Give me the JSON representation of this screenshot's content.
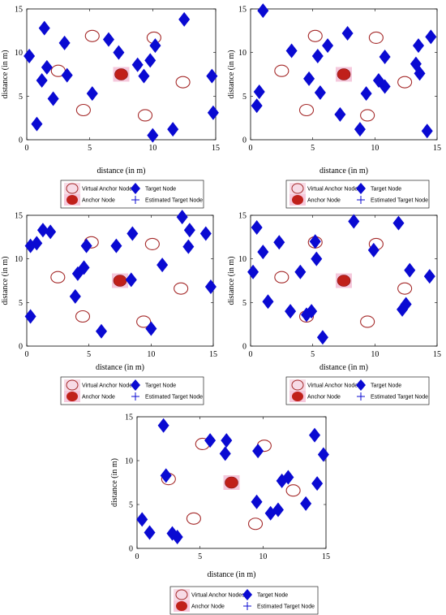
{
  "colors": {
    "target": "#0a0ad2",
    "anchor": "#c0201a",
    "virtual_stroke": "#a52a2a",
    "halo": "#f5c8dc",
    "cross": "#0a0ad2"
  },
  "chart_data": [
    {
      "type": "scatter",
      "xlabel": "distance (in m)",
      "ylabel": "distance (in m)",
      "xlim": [
        0,
        15
      ],
      "ylim": [
        0,
        15
      ],
      "xticks": [
        "0",
        "5",
        "10",
        "15"
      ],
      "yticks": [
        "0",
        "5",
        "10",
        "15"
      ],
      "legend": [
        "Virtual Anchor Nodes",
        "Anchor Node",
        "Target Node",
        "Estimated Target Node"
      ],
      "anchor": [
        7.5,
        7.5
      ],
      "virtual_anchors": [
        [
          2.5,
          7.9
        ],
        [
          5.2,
          11.9
        ],
        [
          10.1,
          11.7
        ],
        [
          4.5,
          3.4
        ],
        [
          12.4,
          6.6
        ],
        [
          9.4,
          2.8
        ]
      ],
      "targets": [
        [
          0.2,
          9.6
        ],
        [
          1.4,
          12.8
        ],
        [
          3.0,
          11.1
        ],
        [
          1.2,
          6.8
        ],
        [
          1.6,
          8.3
        ],
        [
          3.2,
          7.4
        ],
        [
          2.1,
          4.7
        ],
        [
          5.2,
          5.3
        ],
        [
          0.8,
          1.8
        ],
        [
          6.5,
          11.5
        ],
        [
          7.3,
          10.0
        ],
        [
          8.8,
          8.6
        ],
        [
          9.3,
          7.3
        ],
        [
          9.8,
          9.1
        ],
        [
          10.2,
          10.8
        ],
        [
          12.5,
          13.8
        ],
        [
          14.7,
          7.3
        ],
        [
          14.8,
          3.1
        ],
        [
          11.6,
          1.2
        ],
        [
          10.0,
          0.5
        ]
      ]
    },
    {
      "type": "scatter",
      "xlabel": "distance (in m)",
      "ylabel": "distance (in m)",
      "xlim": [
        0,
        15
      ],
      "ylim": [
        0,
        15
      ],
      "xticks": [
        "0",
        "5",
        "10",
        "15"
      ],
      "yticks": [
        "0",
        "5",
        "10",
        "15"
      ],
      "legend": [
        "Virtual Anchor Nodes",
        "Anchor Node",
        "Target Node",
        "Estimated Target Node"
      ],
      "anchor": [
        7.5,
        7.5
      ],
      "virtual_anchors": [
        [
          2.5,
          7.9
        ],
        [
          5.2,
          11.9
        ],
        [
          10.1,
          11.7
        ],
        [
          4.5,
          3.4
        ],
        [
          12.4,
          6.6
        ],
        [
          9.4,
          2.8
        ]
      ],
      "targets": [
        [
          1.0,
          14.8
        ],
        [
          0.7,
          5.5
        ],
        [
          0.5,
          3.9
        ],
        [
          3.3,
          10.2
        ],
        [
          4.7,
          7.0
        ],
        [
          5.4,
          9.6
        ],
        [
          6.2,
          10.8
        ],
        [
          5.6,
          5.4
        ],
        [
          7.8,
          12.2
        ],
        [
          7.2,
          2.9
        ],
        [
          8.8,
          1.2
        ],
        [
          9.3,
          5.3
        ],
        [
          10.8,
          9.5
        ],
        [
          10.3,
          6.8
        ],
        [
          10.8,
          6.1
        ],
        [
          13.5,
          10.8
        ],
        [
          14.5,
          11.8
        ],
        [
          13.3,
          8.7
        ],
        [
          13.6,
          7.6
        ],
        [
          14.2,
          1.0
        ]
      ]
    },
    {
      "type": "scatter",
      "xlabel": "distance (in m)",
      "ylabel": "distance (in m)",
      "xlim": [
        0,
        15
      ],
      "ylim": [
        0,
        15
      ],
      "xticks": [
        "0",
        "5",
        "10",
        "15"
      ],
      "yticks": [
        "0",
        "5",
        "10",
        "15"
      ],
      "legend": [
        "Virtual Anchor Nodes",
        "Anchor Node",
        "Target Node",
        "Estimated Target Node"
      ],
      "anchor": [
        7.5,
        7.5
      ],
      "virtual_anchors": [
        [
          2.5,
          7.9
        ],
        [
          5.2,
          11.9
        ],
        [
          10.1,
          11.7
        ],
        [
          4.5,
          3.4
        ],
        [
          12.4,
          6.6
        ],
        [
          9.4,
          2.8
        ]
      ],
      "targets": [
        [
          0.3,
          11.5
        ],
        [
          0.8,
          11.8
        ],
        [
          1.3,
          13.3
        ],
        [
          1.9,
          13.1
        ],
        [
          4.8,
          11.5
        ],
        [
          4.6,
          9.0
        ],
        [
          4.1,
          8.3
        ],
        [
          3.9,
          5.7
        ],
        [
          0.3,
          3.4
        ],
        [
          6.0,
          1.7
        ],
        [
          7.2,
          11.5
        ],
        [
          8.5,
          12.9
        ],
        [
          8.4,
          7.6
        ],
        [
          10.9,
          9.3
        ],
        [
          10.0,
          2.0
        ],
        [
          12.5,
          14.8
        ],
        [
          13.1,
          13.3
        ],
        [
          13.0,
          11.4
        ],
        [
          14.4,
          12.9
        ],
        [
          14.8,
          6.8
        ]
      ]
    },
    {
      "type": "scatter",
      "xlabel": "distance (in m)",
      "ylabel": "distance (in m)",
      "xlim": [
        0,
        15
      ],
      "ylim": [
        0,
        15
      ],
      "xticks": [
        "0",
        "5",
        "10",
        "15"
      ],
      "yticks": [
        "0",
        "5",
        "10",
        "15"
      ],
      "legend": [
        "Virtual Anchor Nodes",
        "Anchor Node",
        "Target Node",
        "Estimated Target Node"
      ],
      "anchor": [
        7.5,
        7.5
      ],
      "virtual_anchors": [
        [
          2.5,
          7.9
        ],
        [
          5.2,
          11.9
        ],
        [
          10.1,
          11.7
        ],
        [
          4.5,
          3.4
        ],
        [
          12.4,
          6.6
        ],
        [
          9.4,
          2.8
        ]
      ],
      "targets": [
        [
          0.5,
          13.6
        ],
        [
          1.0,
          10.8
        ],
        [
          2.3,
          11.9
        ],
        [
          0.2,
          8.5
        ],
        [
          1.4,
          5.1
        ],
        [
          3.2,
          4.0
        ],
        [
          4.0,
          8.5
        ],
        [
          5.2,
          12.0
        ],
        [
          5.3,
          10.0
        ],
        [
          4.9,
          4.0
        ],
        [
          4.5,
          3.6
        ],
        [
          5.8,
          1.0
        ],
        [
          8.3,
          14.3
        ],
        [
          9.9,
          11.0
        ],
        [
          11.9,
          14.1
        ],
        [
          12.8,
          8.7
        ],
        [
          14.4,
          8.0
        ],
        [
          12.2,
          4.2
        ],
        [
          12.5,
          4.8
        ]
      ]
    },
    {
      "type": "scatter",
      "xlabel": "distance (in m)",
      "ylabel": "distance (in m)",
      "xlim": [
        0,
        15
      ],
      "ylim": [
        0,
        15
      ],
      "xticks": [
        "0",
        "5",
        "10",
        "15"
      ],
      "yticks": [
        "0",
        "5",
        "10",
        "15"
      ],
      "legend": [
        "Virtual Anchor Nodes",
        "Anchor Node",
        "Target Node",
        "Estimated Target Node"
      ],
      "anchor": [
        7.5,
        7.5
      ],
      "virtual_anchors": [
        [
          2.5,
          7.9
        ],
        [
          5.2,
          11.9
        ],
        [
          10.1,
          11.7
        ],
        [
          4.5,
          3.4
        ],
        [
          12.4,
          6.6
        ],
        [
          9.4,
          2.8
        ]
      ],
      "targets": [
        [
          2.1,
          14.0
        ],
        [
          5.8,
          12.3
        ],
        [
          7.1,
          12.3
        ],
        [
          7.0,
          10.8
        ],
        [
          9.6,
          11.1
        ],
        [
          2.3,
          8.3
        ],
        [
          0.4,
          3.3
        ],
        [
          1.0,
          1.8
        ],
        [
          2.8,
          1.7
        ],
        [
          3.2,
          1.3
        ],
        [
          9.5,
          5.3
        ],
        [
          10.6,
          4.0
        ],
        [
          11.2,
          4.4
        ],
        [
          11.5,
          7.7
        ],
        [
          12.0,
          8.1
        ],
        [
          13.4,
          5.1
        ],
        [
          14.1,
          12.9
        ],
        [
          14.3,
          7.4
        ],
        [
          14.8,
          10.7
        ]
      ]
    }
  ]
}
